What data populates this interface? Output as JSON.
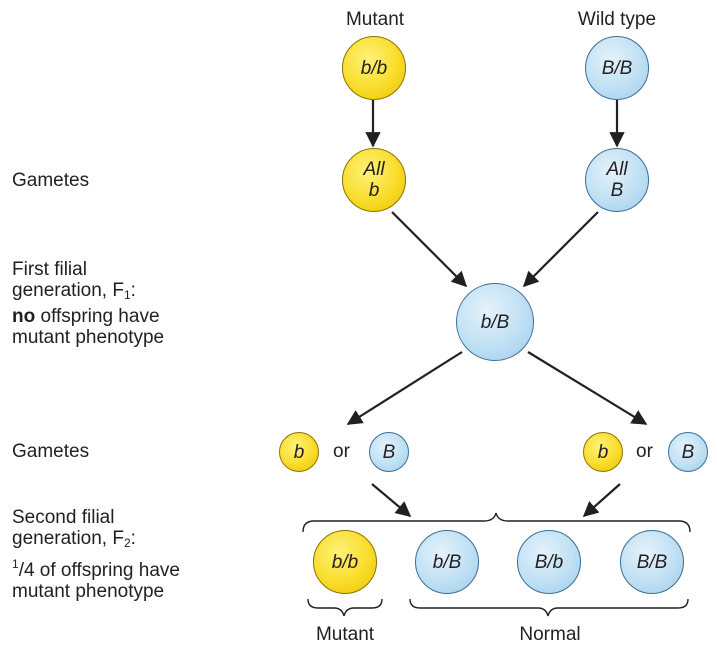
{
  "parents": {
    "mutant_label": "Mutant",
    "wildtype_label": "Wild type",
    "mutant_genotype": "b/b",
    "wildtype_genotype": "B/B"
  },
  "gametes_p": {
    "label": "Gametes",
    "mutant_line1": "All",
    "mutant_line2": "b",
    "wildtype_line1": "All",
    "wildtype_line2": "B"
  },
  "f1": {
    "label_line1": "First filial",
    "label_line2": "generation, F",
    "label_sub": "1",
    "label_colon": ":",
    "label_bold": "no",
    "label_line3_rest": " offspring have",
    "label_line4": "mutant phenotype",
    "genotype": "b/B"
  },
  "gametes_f1": {
    "label": "Gametes",
    "left_a": "b",
    "left_b": "B",
    "right_a": "b",
    "right_b": "B",
    "or_word": "or"
  },
  "f2": {
    "label_line1": "Second filial",
    "label_line2": "generation, F",
    "label_sub": "2",
    "label_colon": ":",
    "label_sup": "1",
    "label_line3_rest": "/4 of offspring have",
    "label_line4": "mutant phenotype",
    "genotypes": [
      "b/b",
      "b/B",
      "B/b",
      "B/B"
    ],
    "mutant_label": "Mutant",
    "normal_label": "Normal"
  },
  "colors": {
    "yellow": "#f9dc2a",
    "blue": "#bfe0f4",
    "arrow": "#231f20"
  }
}
